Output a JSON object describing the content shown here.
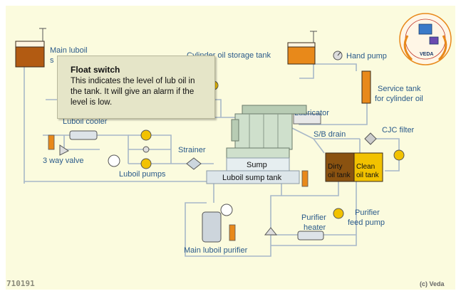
{
  "diagram": {
    "labels": {
      "main_luboil": "Main luboil",
      "main_luboil_fragment": "s",
      "cylinder_oil_storage_tank": "Cylinder oil storage tank",
      "hand_pump": "Hand pump",
      "service_tank_line1": "Service tank",
      "service_tank_line2": "for cylinder oil",
      "lubricator": "Lubricator",
      "sb_drain": "S/B drain",
      "cjc_filter": "CJC filter",
      "luboil_cooler": "Luboil cooler",
      "three_way_valve": "3 way valve",
      "strainer": "Strainer",
      "luboil_pumps": "Luboil pumps",
      "sump": "Sump",
      "luboil_sump_tank": "Luboil sump tank",
      "dirty_oil_tank_line1": "Dirty",
      "dirty_oil_tank_line2": "oil tank",
      "clean_oil_tank_line1": "Clean",
      "clean_oil_tank_line2": "oil tank",
      "purifier_heater_line1": "Purifier",
      "purifier_heater_line2": "heater",
      "purifier_feed_pump_line1": "Purifier",
      "purifier_feed_pump_line2": "feed pump",
      "main_luboil_purifier": "Main luboil purifier"
    },
    "code": "710191",
    "copyright": "(c) Veda",
    "logo_text": "VEDA",
    "colors": {
      "background": "#fbfbde",
      "pipe": "#a8b8c8",
      "tank_brown": "#b25b12",
      "tank_orange": "#e8891a",
      "dirty_oil": "#8a5210",
      "clean_oil": "#f2c200",
      "engine": "#cfe0cc",
      "label": "#2a5a8a"
    }
  },
  "tooltip": {
    "title": "Float  switch",
    "body": "This indicates the level of lub oil in the tank. It will give an alarm if the level is low."
  }
}
